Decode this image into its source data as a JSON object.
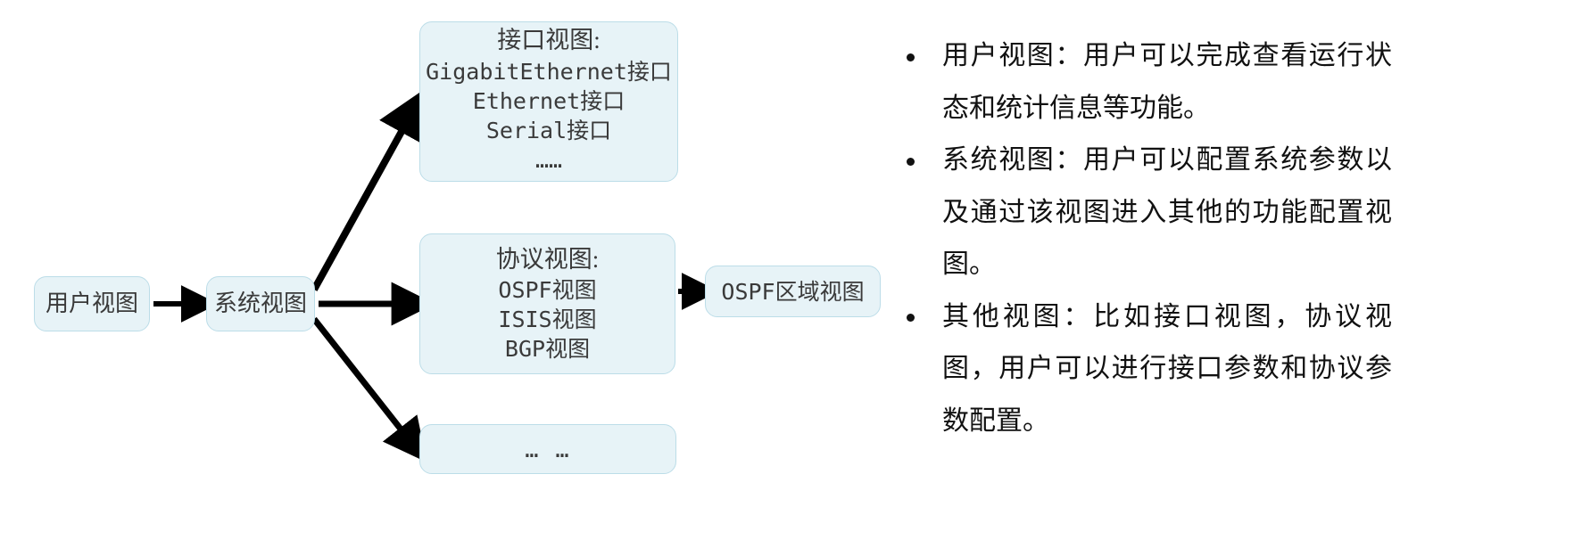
{
  "diagram": {
    "nodes": [
      {
        "id": "user-view",
        "label": "用户视图"
      },
      {
        "id": "system-view",
        "label": "系统视图"
      },
      {
        "id": "interface-view",
        "title": "接口视图:",
        "lines": [
          "GigabitEthernet接口",
          "Ethernet接口",
          "Serial接口",
          "……"
        ]
      },
      {
        "id": "protocol-view",
        "title": "协议视图:",
        "lines": [
          "OSPF视图",
          "ISIS视图",
          "BGP视图"
        ]
      },
      {
        "id": "ospf-area-view",
        "label": "OSPF区域视图"
      },
      {
        "id": "more-view",
        "label": "… …"
      }
    ],
    "node_fill": "#e7f3f7",
    "node_border": "#bcdde8",
    "arrow_color": "#000000"
  },
  "notes": {
    "bullets": [
      "用户视图：用户可以完成查看运行状态和统计信息等功能。",
      "系统视图：用户可以配置系统参数以及通过该视图进入其他的功能配置视图。",
      "其他视图：比如接口视图，协议视图，用户可以进行接口参数和协议参数配置。"
    ]
  }
}
